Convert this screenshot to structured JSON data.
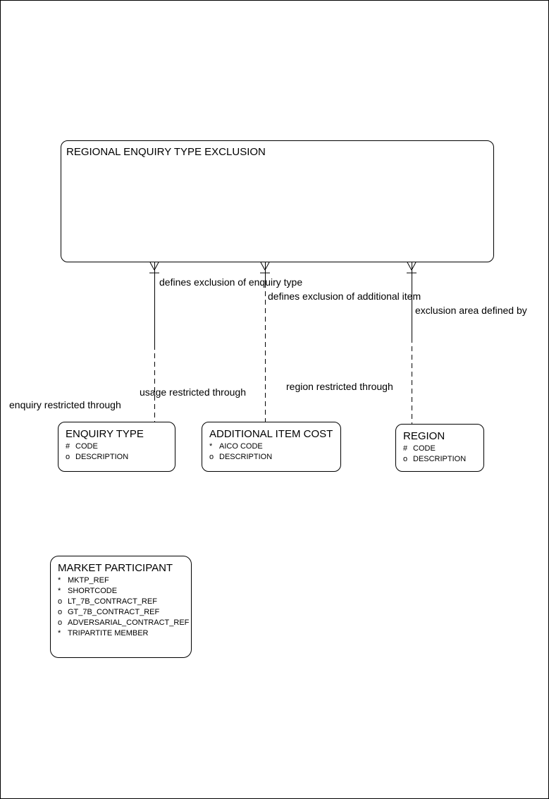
{
  "canvas": {
    "background_color": "#ffffff",
    "stroke_color": "#000000"
  },
  "entities": [
    {
      "name": "REGIONAL ENQUIRY TYPE EXCLUSION",
      "attributes": []
    },
    {
      "name": "ENQUIRY TYPE",
      "attributes": [
        {
          "marker": "#",
          "label": "CODE"
        },
        {
          "marker": "o",
          "label": "DESCRIPTION"
        }
      ]
    },
    {
      "name": "ADDITIONAL ITEM COST",
      "attributes": [
        {
          "marker": "*",
          "label": "AICO CODE"
        },
        {
          "marker": "o",
          "label": "DESCRIPTION"
        }
      ]
    },
    {
      "name": "REGION",
      "attributes": [
        {
          "marker": "#",
          "label": "CODE"
        },
        {
          "marker": "o",
          "label": "DESCRIPTION"
        }
      ]
    },
    {
      "name": "MARKET PARTICIPANT",
      "attributes": [
        {
          "marker": "*",
          "label": "MKTP_REF"
        },
        {
          "marker": "*",
          "label": "SHORTCODE"
        },
        {
          "marker": "o",
          "label": "LT_7B_CONTRACT_REF"
        },
        {
          "marker": "o",
          "label": "GT_7B_CONTRACT_REF"
        },
        {
          "marker": "o",
          "label": "ADVERSARIAL_CONTRACT_REF"
        },
        {
          "marker": "*",
          "label": "TRIPARTITE MEMBER"
        }
      ]
    }
  ],
  "relationships": [
    {
      "from": "REGIONAL ENQUIRY TYPE EXCLUSION",
      "to": "ENQUIRY TYPE",
      "near_label": "defines exclusion of enquiry type",
      "far_label": "enquiry restricted through"
    },
    {
      "from": "REGIONAL ENQUIRY TYPE EXCLUSION",
      "to": "ADDITIONAL ITEM COST",
      "near_label": "defines exclusion of additional item",
      "far_label": "usage restricted through"
    },
    {
      "from": "REGIONAL ENQUIRY TYPE EXCLUSION",
      "to": "REGION",
      "near_label": "exclusion area defined by",
      "far_label": "region restricted through"
    }
  ]
}
